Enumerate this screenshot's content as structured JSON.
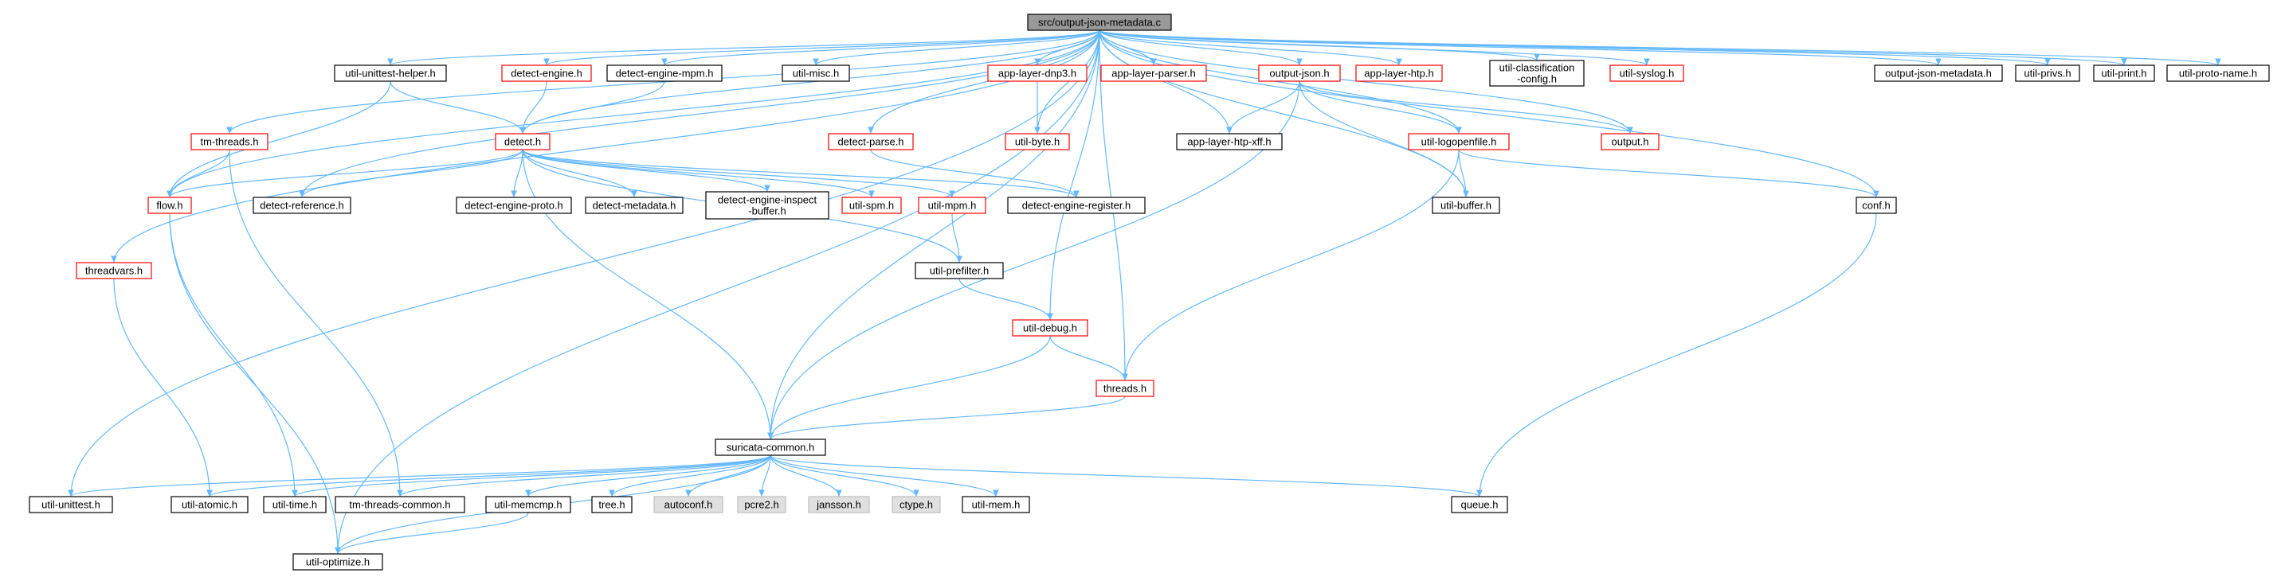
{
  "colors": {
    "edge": "#63b8ff",
    "root_fill": "#999999",
    "node_fill": "#ffffff",
    "missing_fill": "#e0e0e0",
    "border_normal": "#000000",
    "border_truncated": "#ff0000",
    "border_missing": "#bfbfbf"
  },
  "nodes": [
    {
      "id": "root",
      "label": "src/output-json-metadata.c",
      "kind": "root"
    },
    {
      "id": "util-unittest-helper",
      "label": "util-unittest-helper.h",
      "kind": "normal"
    },
    {
      "id": "detect-engine",
      "label": "detect-engine.h",
      "kind": "truncated"
    },
    {
      "id": "detect-engine-mpm",
      "label": "detect-engine-mpm.h",
      "kind": "normal"
    },
    {
      "id": "util-misc",
      "label": "util-misc.h",
      "kind": "normal"
    },
    {
      "id": "app-layer-dnp3",
      "label": "app-layer-dnp3.h",
      "kind": "truncated"
    },
    {
      "id": "app-layer-parser",
      "label": "app-layer-parser.h",
      "kind": "truncated"
    },
    {
      "id": "output-json",
      "label": "output-json.h",
      "kind": "truncated"
    },
    {
      "id": "app-layer-htp",
      "label": "app-layer-htp.h",
      "kind": "truncated"
    },
    {
      "id": "util-classification-config",
      "label": "util-classification\n-config.h",
      "kind": "normal"
    },
    {
      "id": "util-syslog",
      "label": "util-syslog.h",
      "kind": "truncated"
    },
    {
      "id": "output-json-metadata",
      "label": "output-json-metadata.h",
      "kind": "normal"
    },
    {
      "id": "util-privs",
      "label": "util-privs.h",
      "kind": "normal"
    },
    {
      "id": "util-print",
      "label": "util-print.h",
      "kind": "normal"
    },
    {
      "id": "util-proto-name",
      "label": "util-proto-name.h",
      "kind": "normal"
    },
    {
      "id": "tm-threads",
      "label": "tm-threads.h",
      "kind": "truncated"
    },
    {
      "id": "detect",
      "label": "detect.h",
      "kind": "truncated"
    },
    {
      "id": "detect-parse",
      "label": "detect-parse.h",
      "kind": "truncated"
    },
    {
      "id": "util-byte",
      "label": "util-byte.h",
      "kind": "truncated"
    },
    {
      "id": "app-layer-htp-xff",
      "label": "app-layer-htp-xff.h",
      "kind": "normal"
    },
    {
      "id": "util-logopenfile",
      "label": "util-logopenfile.h",
      "kind": "truncated"
    },
    {
      "id": "output",
      "label": "output.h",
      "kind": "truncated"
    },
    {
      "id": "flow",
      "label": "flow.h",
      "kind": "truncated"
    },
    {
      "id": "detect-reference",
      "label": "detect-reference.h",
      "kind": "normal"
    },
    {
      "id": "detect-engine-proto",
      "label": "detect-engine-proto.h",
      "kind": "normal"
    },
    {
      "id": "detect-metadata",
      "label": "detect-metadata.h",
      "kind": "normal"
    },
    {
      "id": "detect-engine-inspect-buffer",
      "label": "detect-engine-inspect\n-buffer.h",
      "kind": "normal"
    },
    {
      "id": "util-spm",
      "label": "util-spm.h",
      "kind": "truncated"
    },
    {
      "id": "util-mpm",
      "label": "util-mpm.h",
      "kind": "truncated"
    },
    {
      "id": "detect-engine-register",
      "label": "detect-engine-register.h",
      "kind": "normal"
    },
    {
      "id": "util-buffer",
      "label": "util-buffer.h",
      "kind": "normal"
    },
    {
      "id": "conf",
      "label": "conf.h",
      "kind": "normal"
    },
    {
      "id": "threadvars",
      "label": "threadvars.h",
      "kind": "truncated"
    },
    {
      "id": "util-prefilter",
      "label": "util-prefilter.h",
      "kind": "normal"
    },
    {
      "id": "util-debug",
      "label": "util-debug.h",
      "kind": "truncated"
    },
    {
      "id": "threads",
      "label": "threads.h",
      "kind": "truncated"
    },
    {
      "id": "suricata-common",
      "label": "suricata-common.h",
      "kind": "normal"
    },
    {
      "id": "util-unittest",
      "label": "util-unittest.h",
      "kind": "normal"
    },
    {
      "id": "util-atomic",
      "label": "util-atomic.h",
      "kind": "normal"
    },
    {
      "id": "util-time",
      "label": "util-time.h",
      "kind": "normal"
    },
    {
      "id": "tm-threads-common",
      "label": "tm-threads-common.h",
      "kind": "normal"
    },
    {
      "id": "util-memcmp",
      "label": "util-memcmp.h",
      "kind": "normal"
    },
    {
      "id": "tree",
      "label": "tree.h",
      "kind": "normal"
    },
    {
      "id": "autoconf",
      "label": "autoconf.h",
      "kind": "missing"
    },
    {
      "id": "pcre2",
      "label": "pcre2.h",
      "kind": "missing"
    },
    {
      "id": "jansson",
      "label": "jansson.h",
      "kind": "missing"
    },
    {
      "id": "ctype",
      "label": "ctype.h",
      "kind": "missing"
    },
    {
      "id": "util-mem",
      "label": "util-mem.h",
      "kind": "normal"
    },
    {
      "id": "queue",
      "label": "queue.h",
      "kind": "normal"
    },
    {
      "id": "util-optimize",
      "label": "util-optimize.h",
      "kind": "normal"
    }
  ],
  "edges": [
    [
      "root",
      "util-unittest-helper"
    ],
    [
      "root",
      "detect-engine"
    ],
    [
      "root",
      "detect-engine-mpm"
    ],
    [
      "root",
      "util-misc"
    ],
    [
      "root",
      "app-layer-dnp3"
    ],
    [
      "root",
      "app-layer-parser"
    ],
    [
      "root",
      "output-json"
    ],
    [
      "root",
      "app-layer-htp"
    ],
    [
      "root",
      "util-classification-config"
    ],
    [
      "root",
      "util-syslog"
    ],
    [
      "root",
      "output-json-metadata"
    ],
    [
      "root",
      "util-privs"
    ],
    [
      "root",
      "util-print"
    ],
    [
      "root",
      "util-proto-name"
    ],
    [
      "root",
      "tm-threads"
    ],
    [
      "root",
      "detect"
    ],
    [
      "root",
      "detect-parse"
    ],
    [
      "root",
      "util-byte"
    ],
    [
      "root",
      "app-layer-htp-xff"
    ],
    [
      "root",
      "util-logopenfile"
    ],
    [
      "root",
      "output"
    ],
    [
      "root",
      "flow"
    ],
    [
      "root",
      "detect-reference"
    ],
    [
      "root",
      "util-buffer"
    ],
    [
      "root",
      "conf"
    ],
    [
      "root",
      "threadvars"
    ],
    [
      "root",
      "util-debug"
    ],
    [
      "root",
      "threads"
    ],
    [
      "root",
      "suricata-common"
    ],
    [
      "root",
      "util-unittest"
    ],
    [
      "root",
      "util-optimize"
    ],
    [
      "util-unittest-helper",
      "detect"
    ],
    [
      "util-unittest-helper",
      "flow"
    ],
    [
      "detect-engine",
      "detect"
    ],
    [
      "detect-engine-mpm",
      "detect"
    ],
    [
      "app-layer-dnp3",
      "util-byte"
    ],
    [
      "output-json",
      "app-layer-htp-xff"
    ],
    [
      "output-json",
      "util-logopenfile"
    ],
    [
      "output-json",
      "output"
    ],
    [
      "output-json",
      "util-buffer"
    ],
    [
      "output-json",
      "suricata-common"
    ],
    [
      "tm-threads",
      "flow"
    ],
    [
      "tm-threads",
      "tm-threads-common"
    ],
    [
      "detect",
      "flow"
    ],
    [
      "detect",
      "detect-reference"
    ],
    [
      "detect",
      "detect-engine-proto"
    ],
    [
      "detect",
      "detect-metadata"
    ],
    [
      "detect",
      "detect-engine-inspect-buffer"
    ],
    [
      "detect",
      "util-spm"
    ],
    [
      "detect",
      "util-mpm"
    ],
    [
      "detect",
      "detect-engine-register"
    ],
    [
      "detect",
      "util-prefilter"
    ],
    [
      "detect",
      "suricata-common"
    ],
    [
      "detect-parse",
      "detect-engine-register"
    ],
    [
      "util-logopenfile",
      "util-buffer"
    ],
    [
      "util-logopenfile",
      "conf"
    ],
    [
      "util-logopenfile",
      "threads"
    ],
    [
      "flow",
      "util-time"
    ],
    [
      "flow",
      "util-optimize"
    ],
    [
      "util-mpm",
      "util-prefilter"
    ],
    [
      "conf",
      "queue"
    ],
    [
      "threadvars",
      "util-atomic"
    ],
    [
      "util-prefilter",
      "util-debug"
    ],
    [
      "util-debug",
      "threads"
    ],
    [
      "util-debug",
      "suricata-common"
    ],
    [
      "threads",
      "suricata-common"
    ],
    [
      "suricata-common",
      "util-unittest"
    ],
    [
      "suricata-common",
      "util-atomic"
    ],
    [
      "suricata-common",
      "util-time"
    ],
    [
      "suricata-common",
      "tm-threads-common"
    ],
    [
      "suricata-common",
      "util-memcmp"
    ],
    [
      "suricata-common",
      "tree"
    ],
    [
      "suricata-common",
      "autoconf"
    ],
    [
      "suricata-common",
      "pcre2"
    ],
    [
      "suricata-common",
      "jansson"
    ],
    [
      "suricata-common",
      "ctype"
    ],
    [
      "suricata-common",
      "util-mem"
    ],
    [
      "suricata-common",
      "queue"
    ],
    [
      "suricata-common",
      "util-optimize"
    ],
    [
      "util-memcmp",
      "util-optimize"
    ]
  ]
}
